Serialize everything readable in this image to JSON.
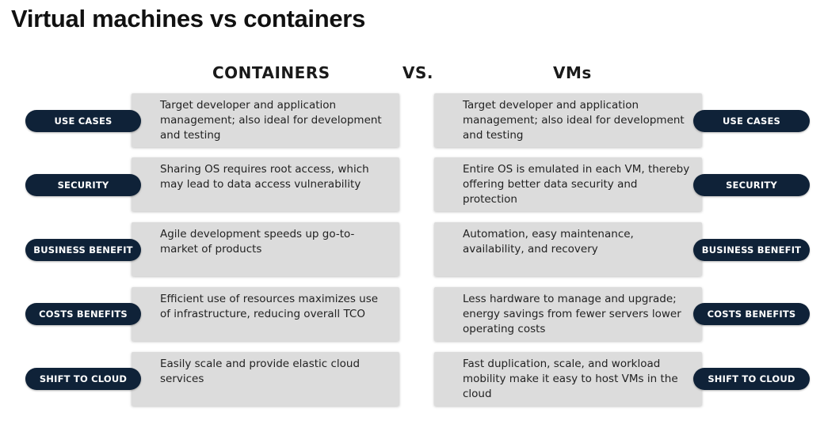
{
  "title": "Virtual machines vs containers",
  "headers": {
    "containers": "CONTAINERS",
    "vs": "VS.",
    "vms": "VMs"
  },
  "rows": [
    {
      "label": "USE CASES",
      "containers": "Target developer and application management; also ideal for development and testing",
      "vms": "Target developer and application management; also ideal for development and testing"
    },
    {
      "label": "SECURITY",
      "containers": "Sharing OS requires root access, which may lead to data access vulnerability",
      "vms": "Entire OS is emulated in each VM, thereby offering better data security and protection"
    },
    {
      "label": "BUSINESS BENEFIT",
      "containers": "Agile development speeds up go-to-market of products",
      "vms": "Automation, easy maintenance, availability, and recovery"
    },
    {
      "label": "COSTS BENEFITS",
      "containers": "Efficient use of resources maximizes use of infrastructure, reducing overall TCO",
      "vms": "Less hardware to manage and upgrade; energy savings from fewer servers lower operating costs"
    },
    {
      "label": "SHIFT TO CLOUD",
      "containers": "Easily scale and provide elastic cloud services",
      "vms": "Fast duplication, scale, and workload mobility make it easy to host VMs in the cloud"
    }
  ],
  "colors": {
    "pill": "#0f2238",
    "card": "#dcdcdc"
  }
}
